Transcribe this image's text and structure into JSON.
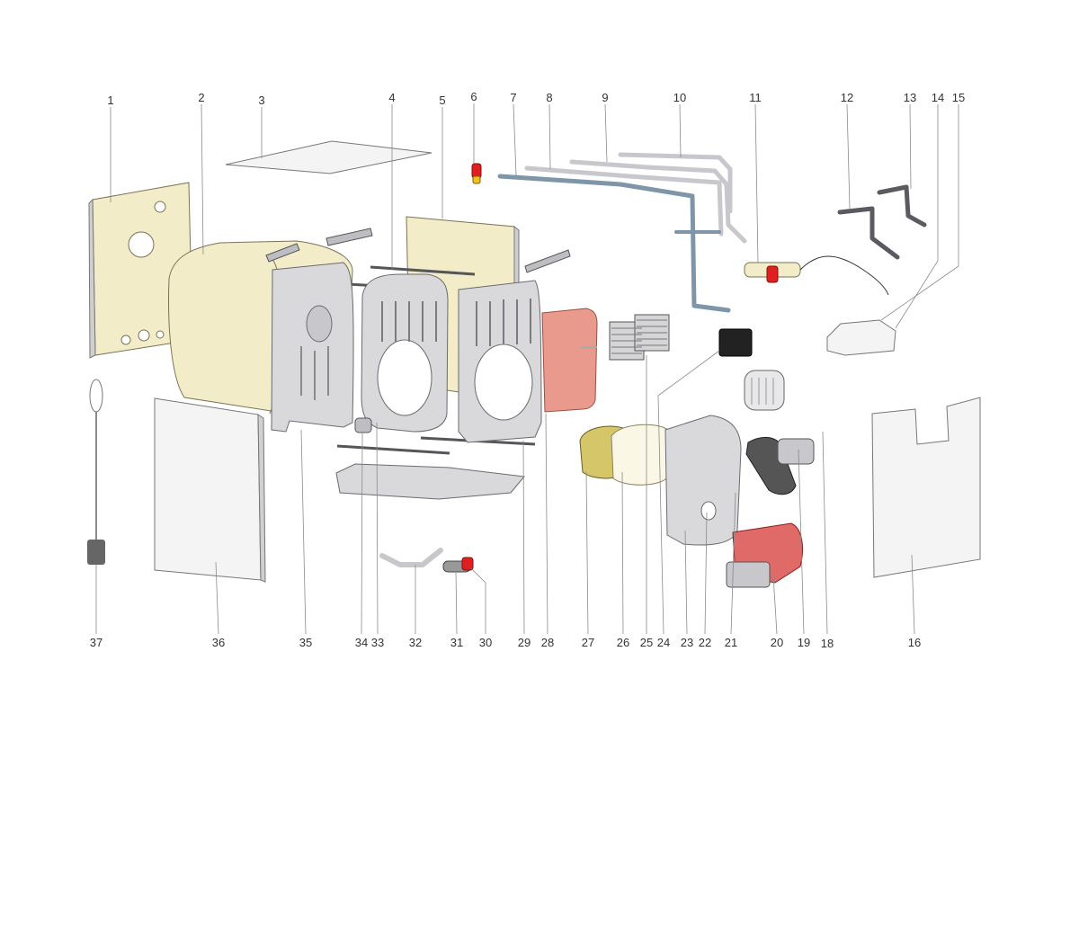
{
  "diagram": {
    "callouts": [
      {
        "id": "c1",
        "text": "1"
      },
      {
        "id": "c2",
        "text": "2"
      },
      {
        "id": "c3",
        "text": "3"
      },
      {
        "id": "c4",
        "text": "4"
      },
      {
        "id": "c5",
        "text": "5"
      },
      {
        "id": "c6",
        "text": "6"
      },
      {
        "id": "c7",
        "text": "7"
      },
      {
        "id": "c8",
        "text": "8"
      },
      {
        "id": "c9",
        "text": "9"
      },
      {
        "id": "c10",
        "text": "10"
      },
      {
        "id": "c11",
        "text": "11"
      },
      {
        "id": "c12",
        "text": "12"
      },
      {
        "id": "c13",
        "text": "13"
      },
      {
        "id": "c14",
        "text": "14"
      },
      {
        "id": "c15",
        "text": "15"
      },
      {
        "id": "c16",
        "text": "16"
      },
      {
        "id": "c18",
        "text": "18"
      },
      {
        "id": "c19",
        "text": "19"
      },
      {
        "id": "c20",
        "text": "20"
      },
      {
        "id": "c21",
        "text": "21"
      },
      {
        "id": "c22",
        "text": "22"
      },
      {
        "id": "c23",
        "text": "23"
      },
      {
        "id": "c24",
        "text": "24"
      },
      {
        "id": "c25",
        "text": "25"
      },
      {
        "id": "c26",
        "text": "26"
      },
      {
        "id": "c27",
        "text": "27"
      },
      {
        "id": "c28",
        "text": "28"
      },
      {
        "id": "c29",
        "text": "29"
      },
      {
        "id": "c30",
        "text": "30"
      },
      {
        "id": "c31",
        "text": "31"
      },
      {
        "id": "c32",
        "text": "32"
      },
      {
        "id": "c33",
        "text": "33"
      },
      {
        "id": "c34",
        "text": "34"
      },
      {
        "id": "c35",
        "text": "35"
      },
      {
        "id": "c36",
        "text": "36"
      },
      {
        "id": "c37",
        "text": "37"
      }
    ],
    "colors": {
      "insulation": "#f2ecc8",
      "casting": "#d9d9dc",
      "panel": "#f4f4f4",
      "expansion_vessel": "#e99a8c",
      "burner": "#e06a68",
      "pipe": "#c8c8cc",
      "pipe_blue": "#7f95a8",
      "accent_red": "#e02020"
    }
  }
}
